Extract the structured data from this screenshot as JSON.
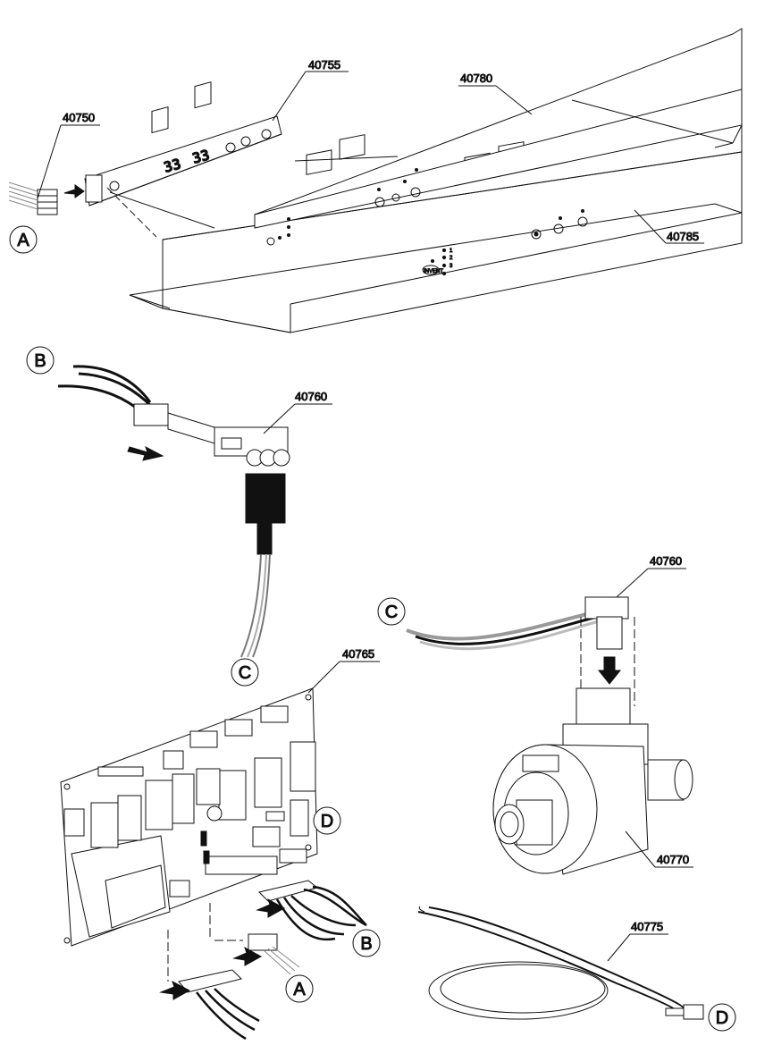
{
  "parts": {
    "p40750": "40750",
    "p40755": "40755",
    "p40780": "40780",
    "p40785": "40785",
    "p40760_top": "40760",
    "p40760_right": "40760",
    "p40765": "40765",
    "p40770": "40770",
    "p40775": "40775"
  },
  "callouts": {
    "a_top": "A",
    "b_top": "B",
    "c_left": "C",
    "c_right": "C",
    "d_board": "D",
    "b_board": "B",
    "a_board": "A",
    "d_cable": "D"
  },
  "display": {
    "digits_1": "33",
    "digits_2": "33"
  },
  "panel": {
    "led_1": "1",
    "led_2": "2",
    "led_3": "3",
    "logo": "INVENT"
  }
}
